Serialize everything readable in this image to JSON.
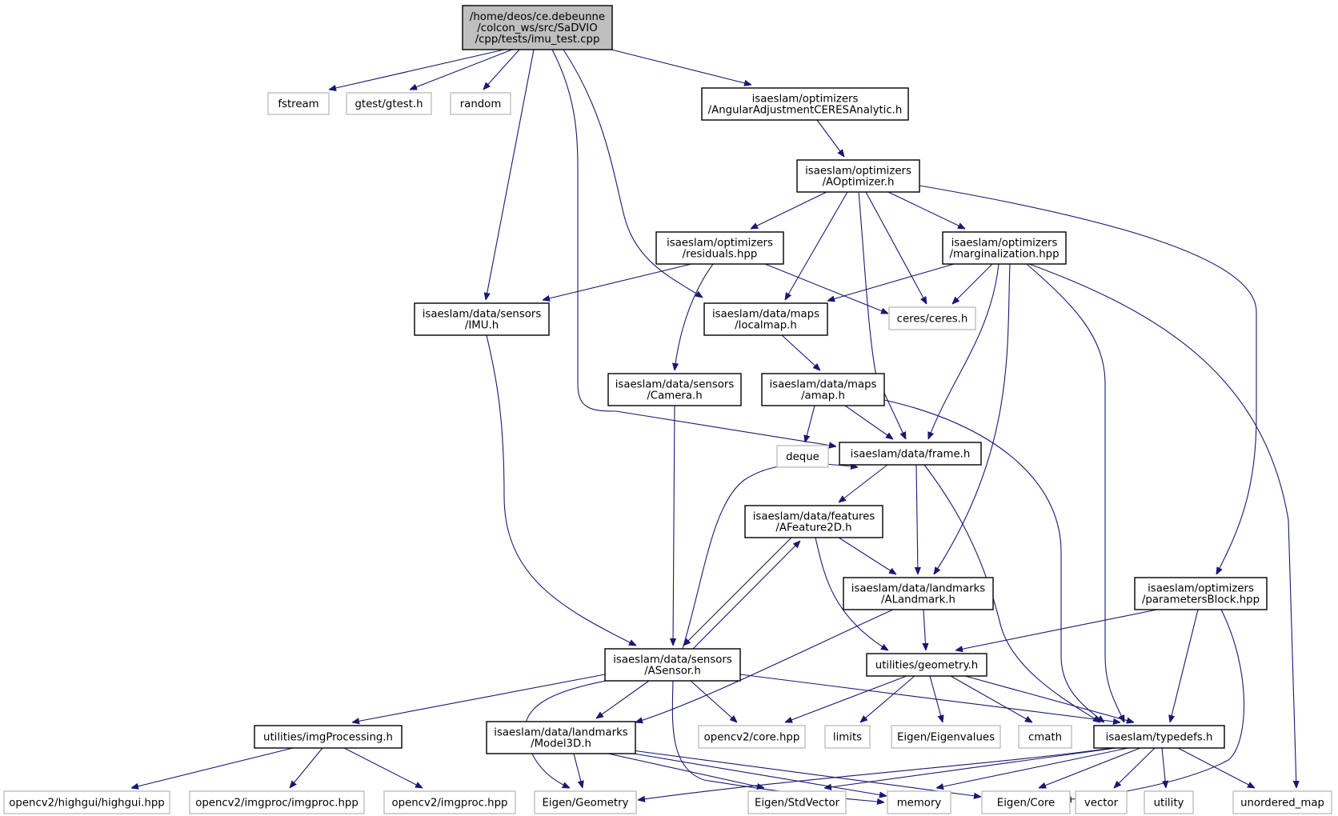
{
  "colors": {
    "edge": "#191970",
    "node_border": "#000000",
    "external_border": "#bfbfbf",
    "root_fill": "#bfbfbf",
    "text": "#000000"
  },
  "nodes": {
    "root": {
      "label": [
        "/home/deos/ce.debeunne",
        "/colcon_ws/src/SaDVIO",
        "/cpp/tests/imu_test.cpp"
      ],
      "kind": "root"
    },
    "fstream": {
      "label": [
        "fstream"
      ],
      "kind": "external"
    },
    "gtest": {
      "label": [
        "gtest/gtest.h"
      ],
      "kind": "external"
    },
    "random": {
      "label": [
        "random"
      ],
      "kind": "external"
    },
    "angadj": {
      "label": [
        "isaeslam/optimizers",
        "/AngularAdjustmentCERESAnalytic.h"
      ],
      "kind": "internal"
    },
    "aopt": {
      "label": [
        "isaeslam/optimizers",
        "/AOptimizer.h"
      ],
      "kind": "internal"
    },
    "residuals": {
      "label": [
        "isaeslam/optimizers",
        "/residuals.hpp"
      ],
      "kind": "internal"
    },
    "marg": {
      "label": [
        "isaeslam/optimizers",
        "/marginalization.hpp"
      ],
      "kind": "internal"
    },
    "imu": {
      "label": [
        "isaeslam/data/sensors",
        "/IMU.h"
      ],
      "kind": "internal"
    },
    "localmap": {
      "label": [
        "isaeslam/data/maps",
        "/localmap.h"
      ],
      "kind": "internal"
    },
    "ceres": {
      "label": [
        "ceres/ceres.h"
      ],
      "kind": "external"
    },
    "camera": {
      "label": [
        "isaeslam/data/sensors",
        "/Camera.h"
      ],
      "kind": "internal"
    },
    "amap": {
      "label": [
        "isaeslam/data/maps",
        "/amap.h"
      ],
      "kind": "internal"
    },
    "deque": {
      "label": [
        "deque"
      ],
      "kind": "external"
    },
    "frame": {
      "label": [
        "isaeslam/data/frame.h"
      ],
      "kind": "internal"
    },
    "afeature": {
      "label": [
        "isaeslam/data/features",
        "/AFeature2D.h"
      ],
      "kind": "internal"
    },
    "alandmark": {
      "label": [
        "isaeslam/data/landmarks",
        "/ALandmark.h"
      ],
      "kind": "internal"
    },
    "paramblock": {
      "label": [
        "isaeslam/optimizers",
        "/parametersBlock.hpp"
      ],
      "kind": "internal"
    },
    "asensor": {
      "label": [
        "isaeslam/data/sensors",
        "/ASensor.h"
      ],
      "kind": "internal"
    },
    "geometry": {
      "label": [
        "utilities/geometry.h"
      ],
      "kind": "internal"
    },
    "imgproc_h": {
      "label": [
        "utilities/imgProcessing.h"
      ],
      "kind": "internal"
    },
    "model3d": {
      "label": [
        "isaeslam/data/landmarks",
        "/Model3D.h"
      ],
      "kind": "internal"
    },
    "cvcore": {
      "label": [
        "opencv2/core.hpp"
      ],
      "kind": "external"
    },
    "limits": {
      "label": [
        "limits"
      ],
      "kind": "external"
    },
    "eigvals": {
      "label": [
        "Eigen/Eigenvalues"
      ],
      "kind": "external"
    },
    "cmath": {
      "label": [
        "cmath"
      ],
      "kind": "external"
    },
    "typedefs": {
      "label": [
        "isaeslam/typedefs.h"
      ],
      "kind": "internal"
    },
    "highgui": {
      "label": [
        "opencv2/highgui/highgui.hpp"
      ],
      "kind": "external"
    },
    "cvimgproc2": {
      "label": [
        "opencv2/imgproc/imgproc.hpp"
      ],
      "kind": "external"
    },
    "cvimgproc": {
      "label": [
        "opencv2/imgproc.hpp"
      ],
      "kind": "external"
    },
    "eigengeo": {
      "label": [
        "Eigen/Geometry"
      ],
      "kind": "external"
    },
    "stdvector": {
      "label": [
        "Eigen/StdVector"
      ],
      "kind": "external"
    },
    "memory": {
      "label": [
        "memory"
      ],
      "kind": "external"
    },
    "eigencore": {
      "label": [
        "Eigen/Core"
      ],
      "kind": "external"
    },
    "vector": {
      "label": [
        "vector"
      ],
      "kind": "external"
    },
    "utility": {
      "label": [
        "utility"
      ],
      "kind": "external"
    },
    "umap": {
      "label": [
        "unordered_map"
      ],
      "kind": "external"
    }
  },
  "edges": [
    [
      "root",
      "fstream"
    ],
    [
      "root",
      "gtest"
    ],
    [
      "root",
      "random"
    ],
    [
      "root",
      "angadj"
    ],
    [
      "root",
      "imu"
    ],
    [
      "root",
      "localmap"
    ],
    [
      "root",
      "frame"
    ],
    [
      "angadj",
      "aopt"
    ],
    [
      "aopt",
      "residuals"
    ],
    [
      "aopt",
      "marg"
    ],
    [
      "aopt",
      "localmap"
    ],
    [
      "aopt",
      "ceres"
    ],
    [
      "aopt",
      "frame"
    ],
    [
      "aopt",
      "paramblock"
    ],
    [
      "residuals",
      "imu"
    ],
    [
      "residuals",
      "camera"
    ],
    [
      "residuals",
      "ceres"
    ],
    [
      "marg",
      "localmap"
    ],
    [
      "marg",
      "ceres"
    ],
    [
      "marg",
      "frame"
    ],
    [
      "marg",
      "alandmark"
    ],
    [
      "marg",
      "typedefs"
    ],
    [
      "marg",
      "umap"
    ],
    [
      "imu",
      "asensor"
    ],
    [
      "localmap",
      "amap"
    ],
    [
      "camera",
      "asensor"
    ],
    [
      "amap",
      "deque"
    ],
    [
      "amap",
      "frame"
    ],
    [
      "amap",
      "typedefs"
    ],
    [
      "frame",
      "afeature"
    ],
    [
      "frame",
      "alandmark"
    ],
    [
      "frame",
      "typedefs"
    ],
    [
      "afeature",
      "asensor"
    ],
    [
      "afeature",
      "alandmark"
    ],
    [
      "afeature",
      "geometry"
    ],
    [
      "asensor",
      "frame"
    ],
    [
      "asensor",
      "afeature"
    ],
    [
      "asensor",
      "imgproc_h"
    ],
    [
      "asensor",
      "model3d"
    ],
    [
      "asensor",
      "cvcore"
    ],
    [
      "asensor",
      "eigengeo"
    ],
    [
      "asensor",
      "memory"
    ],
    [
      "asensor",
      "typedefs"
    ],
    [
      "alandmark",
      "model3d"
    ],
    [
      "alandmark",
      "geometry"
    ],
    [
      "paramblock",
      "geometry"
    ],
    [
      "paramblock",
      "typedefs"
    ],
    [
      "paramblock",
      "eigencore"
    ],
    [
      "geometry",
      "cvcore"
    ],
    [
      "geometry",
      "limits"
    ],
    [
      "geometry",
      "eigvals"
    ],
    [
      "geometry",
      "cmath"
    ],
    [
      "geometry",
      "typedefs"
    ],
    [
      "imgproc_h",
      "highgui"
    ],
    [
      "imgproc_h",
      "cvimgproc2"
    ],
    [
      "imgproc_h",
      "cvimgproc"
    ],
    [
      "model3d",
      "eigengeo"
    ],
    [
      "model3d",
      "stdvector"
    ],
    [
      "model3d",
      "memory"
    ],
    [
      "model3d",
      "eigencore"
    ],
    [
      "typedefs",
      "eigengeo"
    ],
    [
      "typedefs",
      "stdvector"
    ],
    [
      "typedefs",
      "memory"
    ],
    [
      "typedefs",
      "eigencore"
    ],
    [
      "typedefs",
      "vector"
    ],
    [
      "typedefs",
      "utility"
    ],
    [
      "typedefs",
      "umap"
    ]
  ]
}
